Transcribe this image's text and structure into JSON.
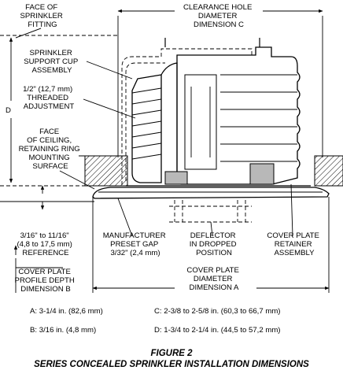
{
  "labels": {
    "face_fitting": [
      "FACE OF",
      "SPRINKLER",
      "FITTING"
    ],
    "clearance": [
      "CLEARANCE HOLE",
      "DIAMETER",
      "DIMENSION C"
    ],
    "support_cup": [
      "SPRINKLER",
      "SUPPORT CUP",
      "ASSEMBLY"
    ],
    "threaded": [
      "1/2\" (12,7 mm)",
      "THREADED",
      "ADJUSTMENT"
    ],
    "d_letter": "D",
    "face_ceiling": [
      "FACE",
      "OF CEILING,",
      "RETAINING RING",
      "MOUNTING",
      "SURFACE"
    ],
    "reference": [
      "3/16\" to 11/16\"",
      "(4,8 to 17,5 mm)",
      "REFERENCE"
    ],
    "preset_gap": [
      "MANUFACTURER",
      "PRESET GAP",
      "3/32\" (2,4 mm)"
    ],
    "deflector": [
      "DEFLECTOR",
      "IN DROPPED",
      "POSITION"
    ],
    "retainer": [
      "COVER PLATE",
      "RETAINER",
      "ASSEMBLY"
    ],
    "profile_depth": [
      "COVER PLATE",
      "PROFILE DEPTH",
      "DIMENSION B"
    ],
    "cover_diameter": [
      "COVER PLATE",
      "DIAMETER",
      "DIMENSION A"
    ]
  },
  "dimensions": {
    "a": "A: 3-1/4 in. (82,6 mm)",
    "b": "B: 3/16 in. (4,8 mm)",
    "c": "C: 2-3/8 to 2-5/8 in. (60,3 to 66,7 mm)",
    "d": "D: 1-3/4 to 2-1/4 in. (44,5 to 57,2 mm)"
  },
  "caption": {
    "figure": "FIGURE 2",
    "title": "SERIES CONCEALED SPRINKLER INSTALLATION DIMENSIONS"
  }
}
